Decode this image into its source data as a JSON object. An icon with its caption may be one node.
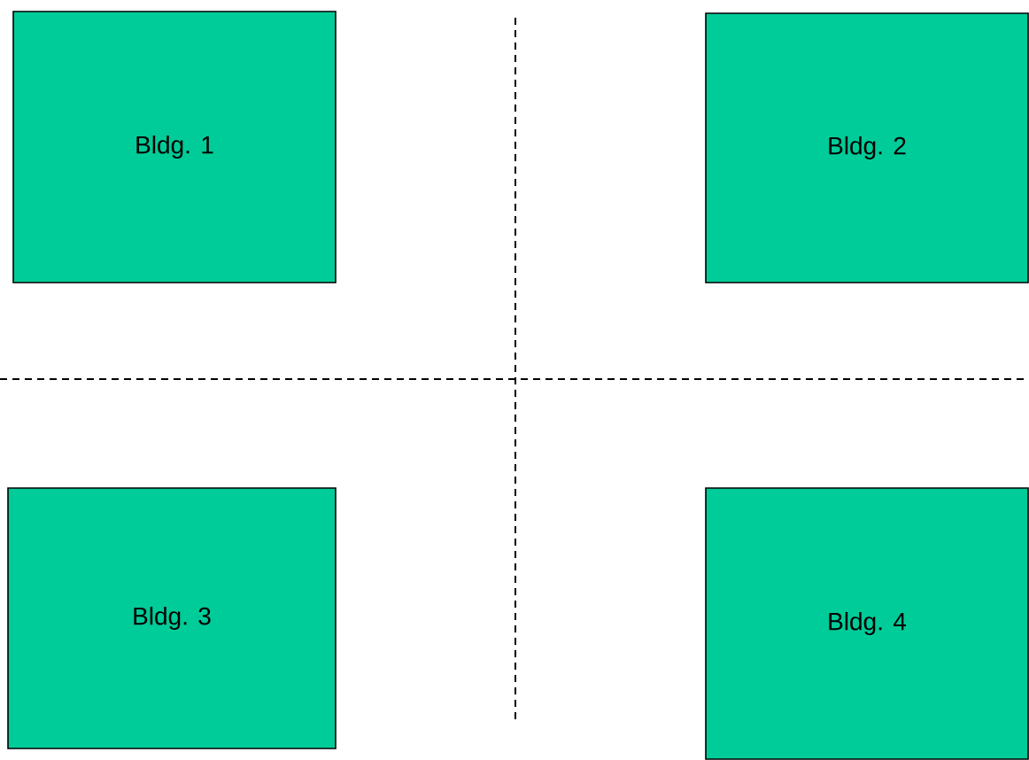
{
  "diagram": {
    "nodes": [
      {
        "text": [
          "Bldg. 1"
        ]
      },
      {
        "text": [
          "Bldg. 2"
        ]
      },
      {
        "text": [
          "Bldg. 3"
        ]
      },
      {
        "text": [
          "Bldg. 4"
        ]
      }
    ]
  }
}
